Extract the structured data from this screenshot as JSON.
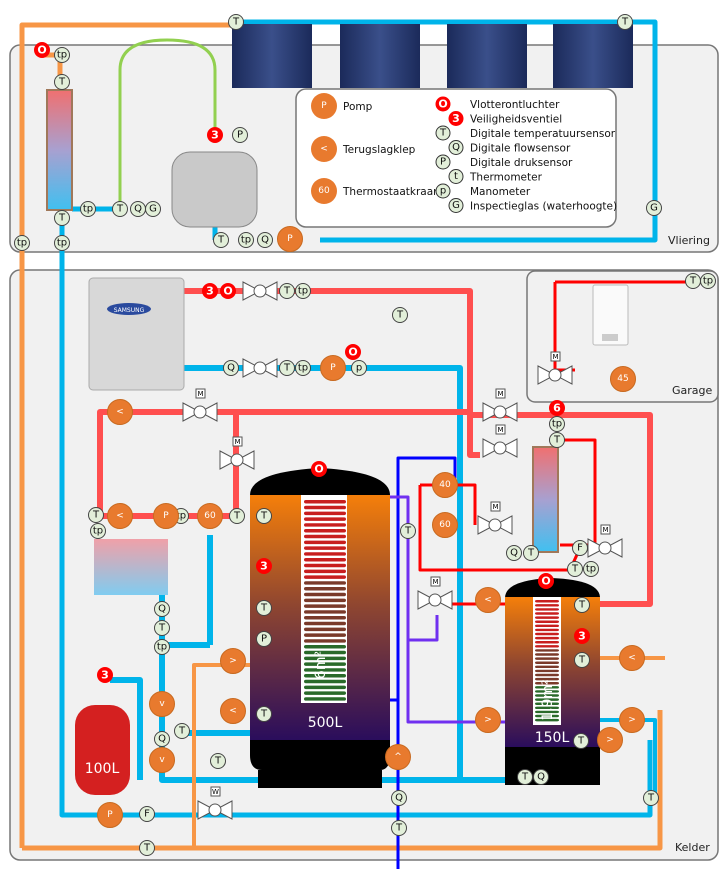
{
  "zones": {
    "attic": "Vliering",
    "basement": "Kelder",
    "garage": "Garage"
  },
  "legend": {
    "pump": {
      "symbol": "P",
      "label": "Pomp"
    },
    "check_valve": {
      "symbol": "<",
      "label": "Terugslagklep"
    },
    "thermostatic_valve": {
      "symbol": "60",
      "label": "Thermostaatkraan"
    },
    "items": [
      {
        "symbol": "O",
        "label": "Vlotterontluchter"
      },
      {
        "symbol": "3",
        "label": "Veiligheidsventiel"
      },
      {
        "symbol": "T",
        "label": "Digitale temperatuursensor"
      },
      {
        "symbol": "Q",
        "label": "Digitale flowsensor"
      },
      {
        "symbol": "P",
        "label": "Digitale druksensor"
      },
      {
        "symbol": "t",
        "label": "Thermometer"
      },
      {
        "symbol": "p",
        "label": "Manometer"
      },
      {
        "symbol": "G",
        "label": "Inspectieglas (waterhoogte)"
      }
    ]
  },
  "tanks": {
    "buffer": {
      "volume": "500L",
      "coil": "6m²"
    },
    "boiler": {
      "volume": "150L",
      "coil": "1,9m²"
    },
    "expansion": {
      "volume": "100L"
    }
  },
  "heat_pump_brand": "SAMSUNG",
  "sensors": [
    "T",
    "T",
    "tp",
    "T",
    "tp",
    "T",
    "Q",
    "G",
    "T",
    "tp",
    "tp",
    "P",
    "T",
    "tp",
    "Q",
    "G",
    "T",
    "tp",
    "T",
    "Q",
    "T",
    "tp",
    "p",
    "T",
    "T",
    "P",
    "T",
    "T",
    "Q",
    "T",
    "F",
    "T",
    "tp",
    "tp",
    "T",
    "T",
    "T",
    "T",
    "T",
    "tp",
    "T",
    "tp",
    "Q",
    "T",
    "tp",
    "T",
    "Q",
    "T",
    "T",
    "tp",
    "Q",
    "T",
    "T",
    "Q",
    "F",
    "T",
    "T"
  ],
  "safety": [
    "O",
    "3",
    "3",
    "O",
    "O",
    "O",
    "3",
    "O",
    "3",
    "6",
    "3"
  ],
  "fittings": [
    "P",
    "P",
    "<",
    "<",
    "P",
    "60",
    "40",
    "60",
    "<",
    ">",
    "<",
    "v",
    "v",
    ">",
    "^",
    ">",
    ">",
    "<",
    "P",
    "45"
  ],
  "valve_motor_labels": [
    "M",
    "M",
    "M",
    "M",
    "M",
    "M",
    "M",
    "M",
    "W"
  ],
  "colors": {
    "hot": "#ff4f4f",
    "hot_dark": "#ff0000",
    "cold": "#00b4ea",
    "return": "#f79646",
    "glycol": "#0000ff",
    "purple": "#7030f0",
    "solar_bypass": "#92d050",
    "fitting": "#e87a2e"
  }
}
